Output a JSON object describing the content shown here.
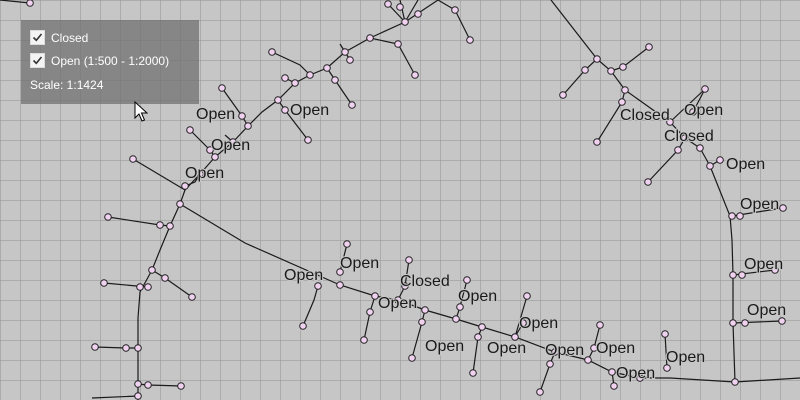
{
  "overlay": {
    "filters": [
      {
        "label": "Closed",
        "checked": true
      },
      {
        "label": "Open (1:500 - 1:2000)",
        "checked": true
      }
    ],
    "scale_label": "Scale: 1:1424"
  },
  "map_labels": {
    "open": "Open",
    "closed": "Closed"
  },
  "colors": {
    "node_fill": "#f0d2f0",
    "edge": "#1a1a1a",
    "panel_bg": "#6e6e6e"
  },
  "icons": [
    "checkmark-icon",
    "mouse-pointer-icon"
  ]
}
